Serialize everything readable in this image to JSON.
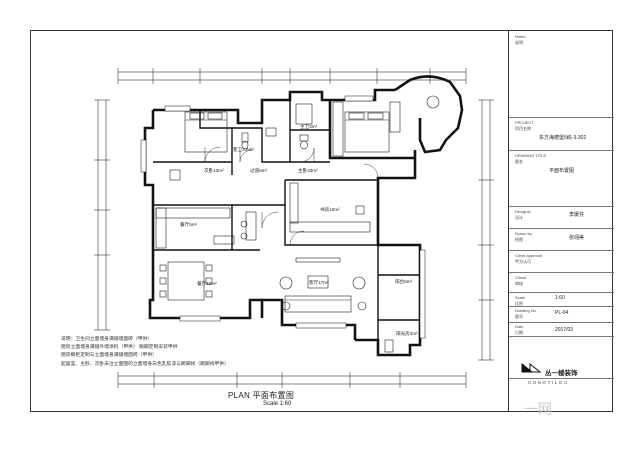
{
  "drawing": {
    "caption": "PLAN 平面布置图",
    "scale": "Scale 1:60",
    "notes": [
      "说明：卫生间立面墙身满铺墙面砖（甲供）",
      "厨房立面墙身满铺外墙涂料（甲供）    踢脚定制安装甲供",
      "厨房橱柜定制与立面墙身满铺墙面砖（甲供）",
      "起居室、主卧、次卧未注立面图的立面墙身白色乳胶漆与踢脚线（踢脚线甲供）"
    ],
    "rooms": {
      "master_bedroom": "次卧13m²",
      "corridor": "过道5m²",
      "bath1": "主卫3m²",
      "bath2": "客卫3.6m²",
      "bedroom2": "主卧23m²",
      "kitchen": "餐厅5m²",
      "study": "书房10m²",
      "dining": "餐厅10m²",
      "living": "客厅17m²",
      "balcony": "阳台6m²",
      "sun_balcony": "阳光房3m²"
    }
  },
  "title_block": {
    "notes_label": "Notes",
    "notes_sub": "说明",
    "project_label": "PROJECT",
    "project_sub": "项目名称",
    "project_name": "东方海德堡5栋-3-302",
    "drawing_title_label": "DRAWING TITLE",
    "drawing_title_sub": "图名",
    "drawing_title": "平面布置图",
    "designer_label": "Designer",
    "designer_sub": "设计",
    "designer": "李媛芬",
    "drawn_label": "Drawn by",
    "drawn_sub": "绘图",
    "drawn": "张翊美",
    "client_label": "Client approval",
    "client_sub": "甲方认可",
    "check_label": "Check",
    "check_sub": "审核",
    "scale_label": "Scale",
    "scale_sub": "比例",
    "scale_value": "1:60",
    "drawing_no_label": "Drawing No.",
    "drawing_no_sub": "图号",
    "drawing_no": "PL-04",
    "date_label": "Date",
    "date_sub": "日期",
    "date": "2017/03",
    "company_logo": "丛一楼装饰",
    "company_en": "CONGYILOU"
  },
  "watermark": "一网"
}
